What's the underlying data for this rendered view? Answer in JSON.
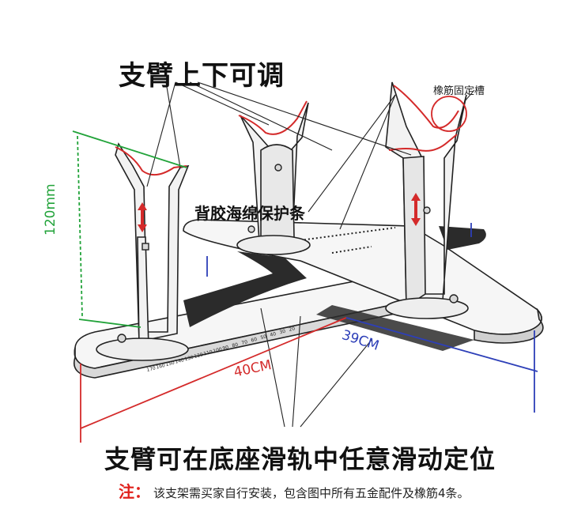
{
  "title_top": "支臂上下可调",
  "label_groove": "橡筋固定槽",
  "label_sponge": "背胶海绵保护条",
  "title_bottom": "支臂可在底座滑轨中任意滑动定位",
  "footnote": {
    "mark": "注：",
    "text": "该支架需买家自行安装，包含图中所有五金配件及橡筋4条。"
  },
  "dimensions": {
    "height": "120mm",
    "length": "40CM",
    "width": "39CM"
  },
  "scale_ticks": [
    "170",
    "160",
    "150",
    "140",
    "130",
    "120",
    "110",
    "100",
    "90",
    "80",
    "70",
    "60",
    "50",
    "40",
    "30",
    "20"
  ],
  "colors": {
    "green_dim": "#22a33a",
    "red_dim": "#d42a2a",
    "blue_dim": "#2d3fb8",
    "pad_red": "#d42a2a",
    "note_red": "#e0201b"
  }
}
